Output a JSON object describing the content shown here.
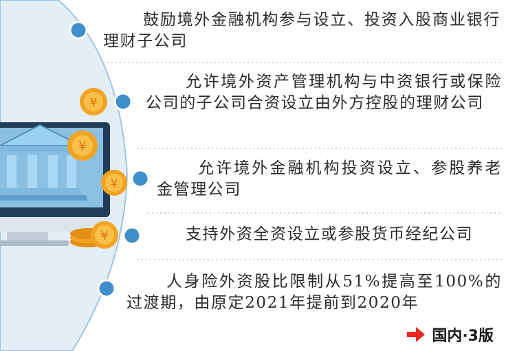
{
  "items": [
    "鼓励境外金融机构参与设立、投资入股商业银行理财子公司",
    "允许境外资产管理机构与中资银行或保险公司的子公司合资设立由外方控股的理财公司",
    "允许境外金融机构投资设立、参股养老金管理公司",
    "支持外资全资设立或参股货币经纪公司",
    "人身险外资股比限制从51%提高至100%的过渡期，由原定2021年提前到2020年"
  ],
  "footer": {
    "label": "国内·3版",
    "icon": "right-arrow-icon"
  },
  "colors": {
    "circle_fill": "#e3eef7",
    "circle_stroke": "#9fc3e2",
    "dot": "#3f8fcb",
    "coin": "#f2a322",
    "arrow": "#e8281e",
    "dotted_line": "#b5c9dc"
  },
  "icons": [
    "bank-building-icon",
    "yuan-coin-icon",
    "monitor-icon"
  ]
}
